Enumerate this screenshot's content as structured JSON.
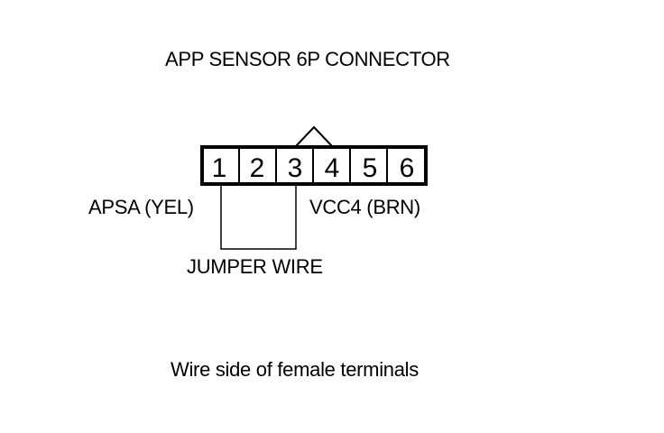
{
  "title": "APP SENSOR 6P CONNECTOR",
  "connector": {
    "pins": [
      "1",
      "2",
      "3",
      "4",
      "5",
      "6"
    ]
  },
  "labels": {
    "apsa": "APSA (YEL)",
    "vcc4": "VCC4 (BRN)",
    "jumper": "JUMPER WIRE"
  },
  "caption": "Wire side of female terminals"
}
